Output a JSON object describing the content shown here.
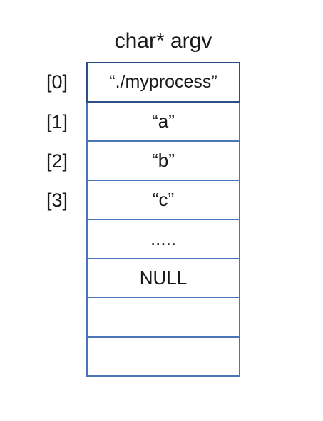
{
  "title": "char* argv",
  "indices": [
    "[0]",
    "[1]",
    "[2]",
    "[3]"
  ],
  "cells": [
    "“./myprocess”",
    "“a”",
    "“b”",
    "“c”",
    ".....",
    "NULL",
    "",
    ""
  ]
}
